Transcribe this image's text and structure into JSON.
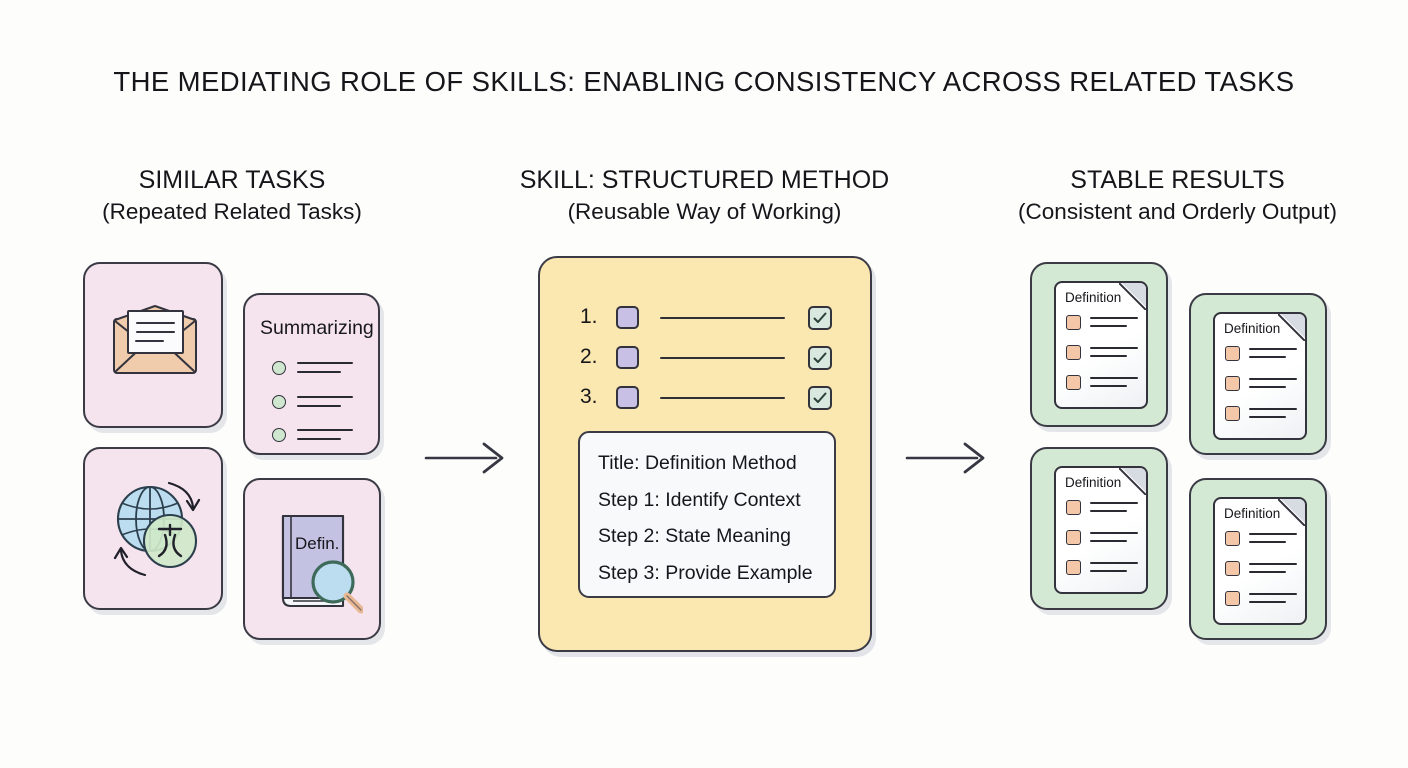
{
  "page": {
    "title": "THE MEDIATING ROLE OF SKILLS: ENABLING CONSISTENCY ACROSS RELATED TASKS",
    "background": "#fdfdfc"
  },
  "colors": {
    "pink_card": "#f5e3ee",
    "green_card": "#d4e9d3",
    "yellow_panel": "#fbe7b0",
    "purple_square": "#c8c0e5",
    "checkbox": "#d8e8df",
    "doc_square": "#f3c7a8",
    "envelope": "#f0cbac",
    "outline": "#33333d"
  },
  "columns": [
    {
      "id": "similar-tasks",
      "heading": "SIMILAR TASKS",
      "subheading": "(Repeated Related Tasks)"
    },
    {
      "id": "skill-structured-method",
      "heading": "SKILL: STRUCTURED METHOD",
      "subheading": "(Reusable Way of Working)"
    },
    {
      "id": "stable-results",
      "heading": "STABLE RESULTS",
      "subheading": "(Consistent and Orderly Output)"
    }
  ],
  "left_column": {
    "cards": [
      {
        "id": "email-task-card",
        "icon": "envelope-icon",
        "label": ""
      },
      {
        "id": "summarizing-task-card",
        "icon": "bullet-list-icon",
        "label": "Summarizing",
        "bullets": 3
      },
      {
        "id": "translation-task-card",
        "icon": "translate-globe-icon",
        "label": ""
      },
      {
        "id": "definition-task-card",
        "icon": "dictionary-magnifier-icon",
        "label": "Defin."
      }
    ]
  },
  "skill_panel": {
    "steps": [
      {
        "number": "1.",
        "checked": true
      },
      {
        "number": "2.",
        "checked": true
      },
      {
        "number": "3.",
        "checked": true
      }
    ],
    "recipe_lines": [
      "Title: Definition Method",
      "Step 1: Identify Context",
      "Step 2: State Meaning",
      "Step 3: Provide Example"
    ]
  },
  "right_column": {
    "documents": [
      {
        "id": "result-doc-1",
        "title": "Definition",
        "rows": 3
      },
      {
        "id": "result-doc-2",
        "title": "Definition",
        "rows": 3
      },
      {
        "id": "result-doc-3",
        "title": "Definition",
        "rows": 3
      },
      {
        "id": "result-doc-4",
        "title": "Definition",
        "rows": 3
      }
    ]
  },
  "arrows": [
    {
      "id": "arrow-tasks-to-skill",
      "direction": "right"
    },
    {
      "id": "arrow-skill-to-results",
      "direction": "right"
    }
  ]
}
